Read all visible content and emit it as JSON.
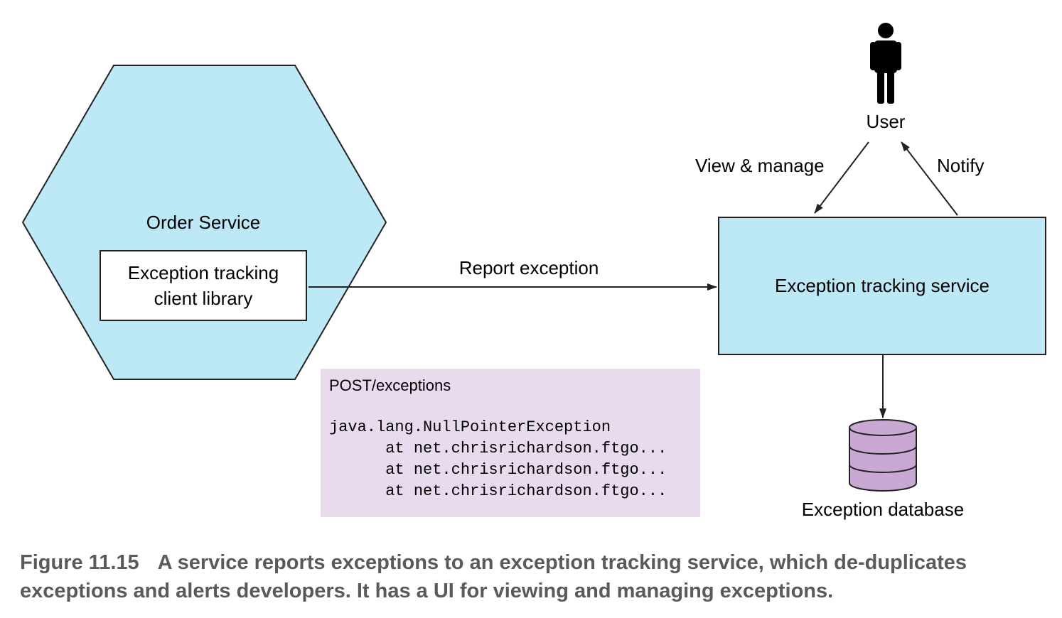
{
  "nodes": {
    "order_service": {
      "label": "Order Service",
      "fill": "#bde9f7"
    },
    "client_library": {
      "line1": "Exception tracking",
      "line2": "client library"
    },
    "tracking_service": {
      "label": "Exception tracking service",
      "fill": "#bde9f7"
    },
    "user": {
      "label": "User"
    },
    "database": {
      "label": "Exception database",
      "fill": "#c9a8d4"
    }
  },
  "edges": {
    "report": {
      "label": "Report exception"
    },
    "view_manage": {
      "label": "View & manage"
    },
    "notify": {
      "label": "Notify"
    }
  },
  "request": {
    "title": "POST/exceptions",
    "code": [
      "java.lang.NullPointerException",
      "      at net.chrisrichardson.ftgo...",
      "      at net.chrisrichardson.ftgo...",
      "      at net.chrisrichardson.ftgo..."
    ],
    "fill": "#e8dbee"
  },
  "caption": {
    "figure_number": "Figure 11.15",
    "text": "A service reports exceptions to an exception tracking service, which de-duplicates exceptions and alerts developers. It has a UI for viewing and managing exceptions."
  }
}
